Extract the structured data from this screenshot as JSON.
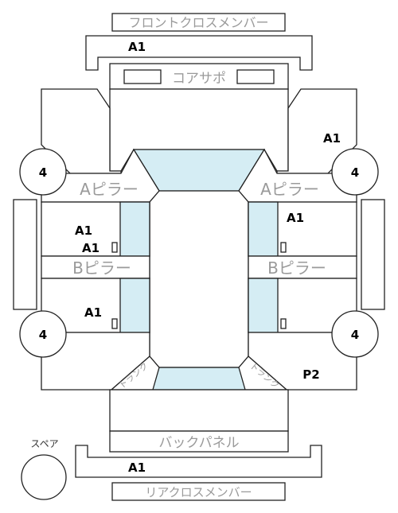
{
  "labels": {
    "front_cross_member": "フロントクロスメンバー",
    "core_support": "コアサポ",
    "a_pillar_left": "Aピラー",
    "a_pillar_right": "Aピラー",
    "b_pillar_left": "Bピラー",
    "b_pillar_right": "Bピラー",
    "back_panel": "バックパネル",
    "rear_cross_member": "リアクロスメンバー",
    "spare": "スペア",
    "trunk_left": "トランク",
    "trunk_right": "トランク"
  },
  "marks": {
    "front_cross_member": "A1",
    "front_right_fender": "A1",
    "right_front_door": "A1",
    "left_front_door_upper": "A1",
    "left_front_door_lower": "A1",
    "left_rear_door": "A1",
    "rear_right_quarter": "P2",
    "rear_cross_member": "A1"
  },
  "tires": {
    "front_left": "4",
    "front_right": "4",
    "rear_left": "4",
    "rear_right": "4"
  }
}
